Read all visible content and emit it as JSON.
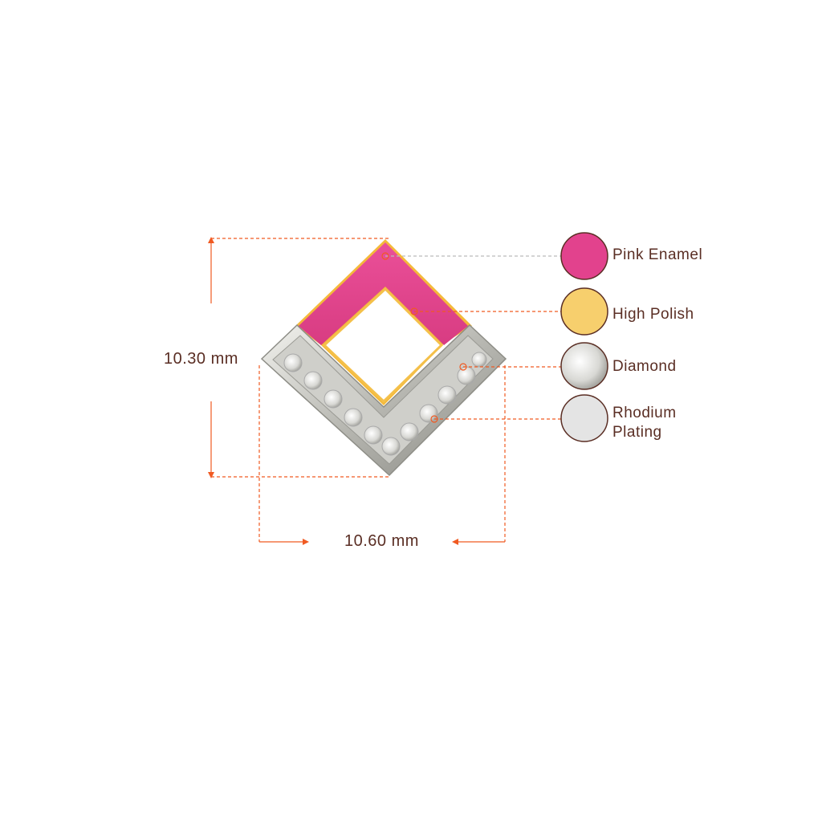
{
  "dimensions": {
    "height": "10.30 mm",
    "width": "10.60 mm"
  },
  "legend": [
    {
      "label": "Pink Enamel",
      "color": "#e2428d"
    },
    {
      "label": "High Polish",
      "color": "#f7cf6d"
    },
    {
      "label": "Diamond",
      "color": "#e8e8e8"
    },
    {
      "label": "Rhodium",
      "label2": "Plating",
      "color": "#e4e4e4"
    }
  ],
  "colors": {
    "accent": "#f05a22",
    "text": "#5a2e24",
    "border": "#5a2e24"
  }
}
